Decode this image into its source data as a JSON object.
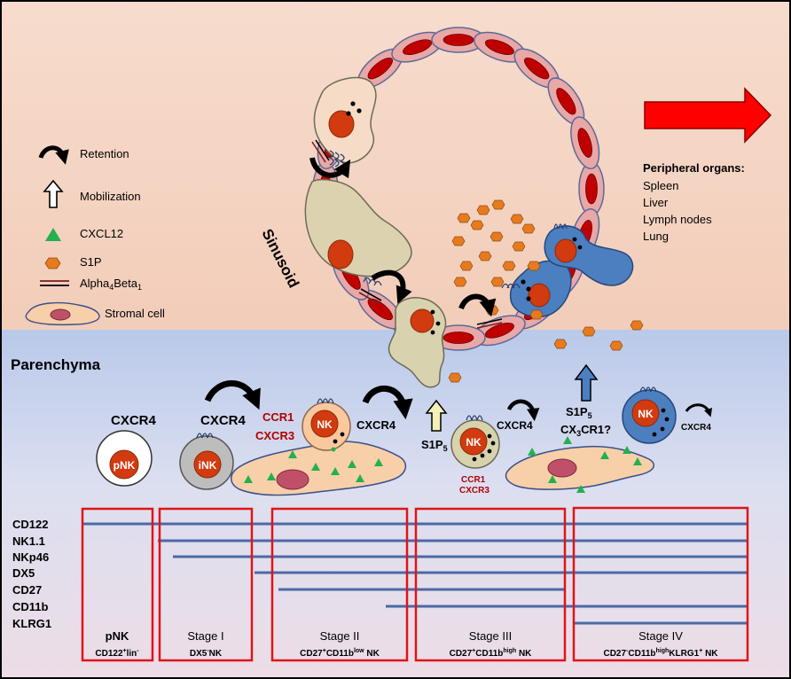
{
  "colors": {
    "top_background": "#f6d8c8",
    "bottom_background": "#c9d6ee",
    "endothelial_fill": "#e8a8a8",
    "endothelial_nucleus": "#c00000",
    "stromal_fill": "#f7cfa8",
    "nk_nucleus": "#d23a10",
    "s1p_orange": "#e87a1e",
    "cxcl12_green": "#22b14c",
    "mature_nk_blue": "#4b7fc0",
    "stage_box_red": "#e0141a",
    "marker_line_blue": "#4a6aa6",
    "big_arrow_red": "#ff0000"
  },
  "legend": {
    "retention": "Retention",
    "mobilization": "Mobilization",
    "cxcl12": "CXCL12",
    "s1p": "S1P",
    "alpha_base": "Alpha",
    "alpha_sub": "4",
    "beta_base": "Beta",
    "beta_sub": "1",
    "stromal": "Stromal cell"
  },
  "peripheral": {
    "title": "Peripheral organs:",
    "items": [
      "Spleen",
      "Liver",
      "Lymph nodes",
      "Lung"
    ]
  },
  "labels": {
    "sinusoid": "Sinusoid",
    "parenchyma": "Parenchyma",
    "cxcr4_a": "CXCR4",
    "cxcr4_b": "CXCR4",
    "ccr1": "CCR1",
    "cxcr3": "CXCR3",
    "cxcr4_c": "CXCR4",
    "s1p5_base": "S1P",
    "s1p5_sub": "5",
    "cxcr4_d": "CXCR4",
    "ccr1_small": "CCR1",
    "cxcr3_small": "CXCR3",
    "s1p5b_base": "S1P",
    "s1p5b_sub": "5",
    "cx3cr1_a": "CX",
    "cx3cr1_sub": "3",
    "cx3cr1_b": "CR1?",
    "cxcr4_e": "CXCR4"
  },
  "cells": {
    "pnk": "pNK",
    "ink": "iNK",
    "nk_stage2": "NK",
    "nk_stage3": "NK",
    "nk_stage4": "NK"
  },
  "markers": [
    "CD122",
    "NK1.1",
    "NKp46",
    "DX5",
    "CD27",
    "CD11b",
    "KLRG1"
  ],
  "stages": [
    {
      "name": "pNK",
      "sub_a": "CD122",
      "sup_a": "+",
      "sub_b": "lin",
      "sup_b": "-",
      "sub_c": "",
      "sup_c": "",
      "sub_d": ""
    },
    {
      "name": "Stage I",
      "sub_a": "DX5",
      "sup_a": "-",
      "sub_b": "NK",
      "sup_b": "",
      "sub_c": "",
      "sup_c": "",
      "sub_d": ""
    },
    {
      "name": "Stage II",
      "sub_a": "CD27",
      "sup_a": "+",
      "sub_b": "CD11b",
      "sup_b": "low",
      "sub_c": " NK",
      "sup_c": "",
      "sub_d": ""
    },
    {
      "name": "Stage III",
      "sub_a": "CD27",
      "sup_a": "+",
      "sub_b": "CD11b",
      "sup_b": "high",
      "sub_c": " NK",
      "sup_c": "",
      "sub_d": ""
    },
    {
      "name": "Stage IV",
      "sub_a": "CD27",
      "sup_a": "-",
      "sub_b": "CD11b",
      "sup_b": "high",
      "sub_c": "KLRG1",
      "sup_c": "+",
      "sub_d": " NK"
    }
  ]
}
